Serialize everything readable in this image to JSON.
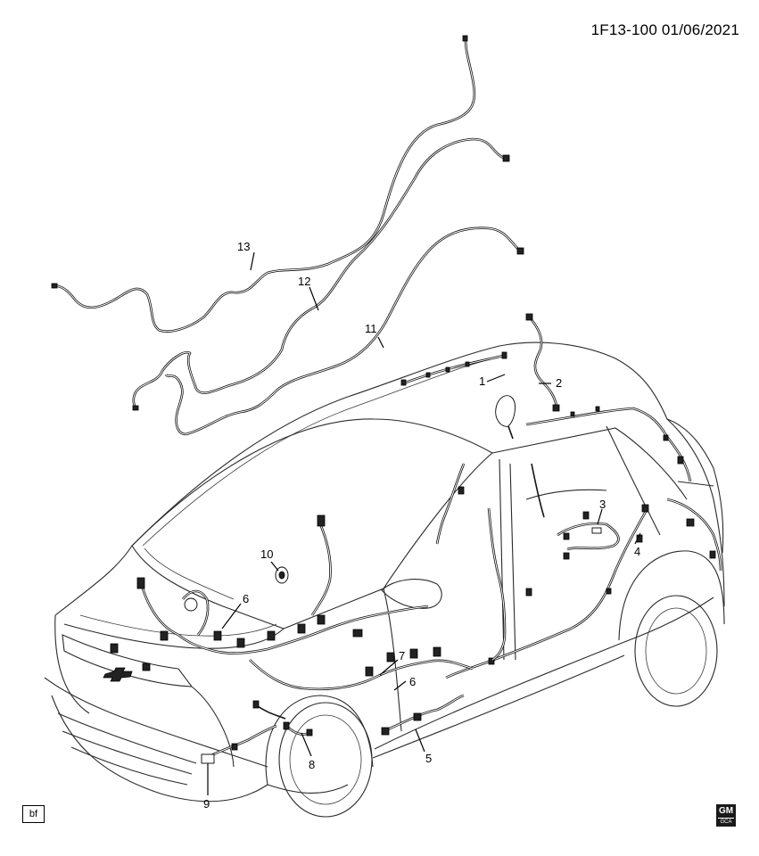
{
  "header": {
    "code": "1F13-100 01/06/2021"
  },
  "corner_box_label": "bf",
  "logo": {
    "text": "GM",
    "subtext": "GCA"
  },
  "callouts": [
    {
      "id": "c1",
      "label": "1"
    },
    {
      "id": "c2",
      "label": "2"
    },
    {
      "id": "c3",
      "label": "3"
    },
    {
      "id": "c4",
      "label": "4"
    },
    {
      "id": "c5",
      "label": "5"
    },
    {
      "id": "c6a",
      "label": "6"
    },
    {
      "id": "c6b",
      "label": "6"
    },
    {
      "id": "c7",
      "label": "7"
    },
    {
      "id": "c8",
      "label": "8"
    },
    {
      "id": "c9",
      "label": "9"
    },
    {
      "id": "c10",
      "label": "10"
    },
    {
      "id": "c11",
      "label": "11"
    },
    {
      "id": "c12",
      "label": "12"
    },
    {
      "id": "c13",
      "label": "13"
    }
  ]
}
